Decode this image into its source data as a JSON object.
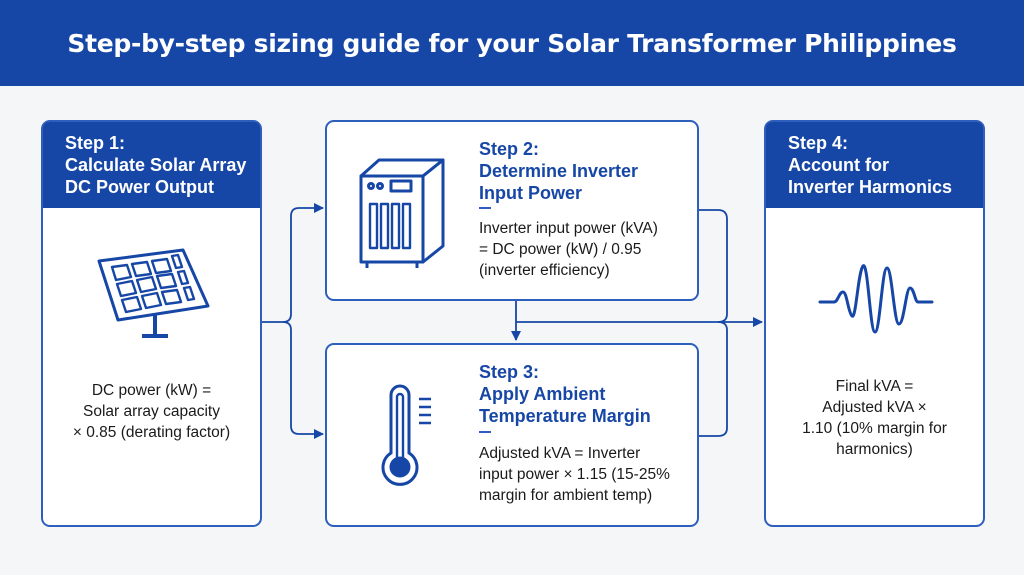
{
  "header": {
    "title": "Step-by-step sizing guide for your Solar Transformer Philippines"
  },
  "steps": [
    {
      "heading": "Step 1:",
      "title_lines": [
        "Calculate Solar Array",
        "DC Power Output"
      ],
      "description_lines": [
        "DC power (kW) =",
        "Solar array capacity",
        "× 0.85 (derating factor)"
      ],
      "icon": "solar-panel-icon"
    },
    {
      "heading": "Step 2:",
      "title_lines": [
        "Determine Inverter",
        "Input Power"
      ],
      "description_lines": [
        "Inverter input power (kVA)",
        "= DC power (kW) / 0.95",
        "(inverter efficiency)"
      ],
      "icon": "inverter-icon"
    },
    {
      "heading": "Step 3:",
      "title_lines": [
        "Apply Ambient",
        "Temperature Margin"
      ],
      "description_lines": [
        "Adjusted kVA = Inverter",
        "input power × 1.15 (15-25%",
        "margin for ambient temp)"
      ],
      "icon": "thermometer-icon"
    },
    {
      "heading": "Step 4:",
      "title_lines": [
        "Account for",
        "Inverter Harmonics"
      ],
      "description_lines": [
        "Final kVA =",
        "Adjusted kVA ×",
        "1.10 (10% margin for",
        "harmonics)"
      ],
      "icon": "waveform-icon"
    }
  ],
  "colors": {
    "primary": "#1747a6",
    "border": "#2e5fbd",
    "background": "#f5f6f8",
    "text": "#1a1a1a"
  }
}
